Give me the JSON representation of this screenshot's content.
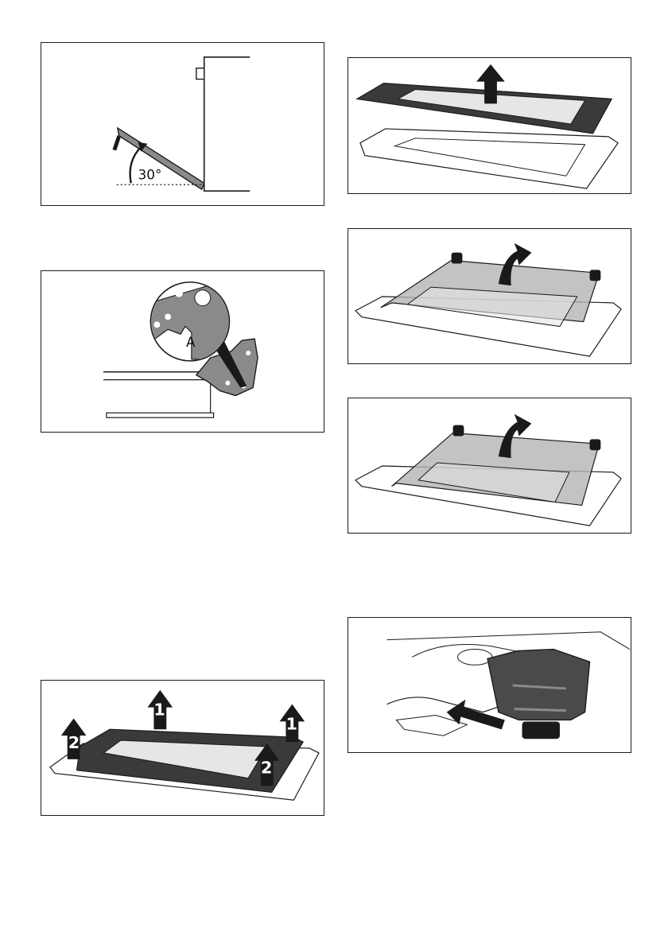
{
  "figures": {
    "door_angle": {
      "angle_label": "30°"
    },
    "hinge_detail": {
      "callout_label": "A"
    },
    "frame_lift": {
      "step_1": "1",
      "step_2": "2"
    }
  },
  "colors": {
    "line": "#1a1a1a",
    "panel_dark": "#3a3a3a",
    "glass_grey": "#b4b4b4",
    "glass_light": "#e6e6e6",
    "arrow": "#1a1a1a"
  },
  "icons": [
    "lift-arrow-icon",
    "curved-arrow-icon",
    "push-arrow-icon",
    "angle-arrow-icon"
  ]
}
